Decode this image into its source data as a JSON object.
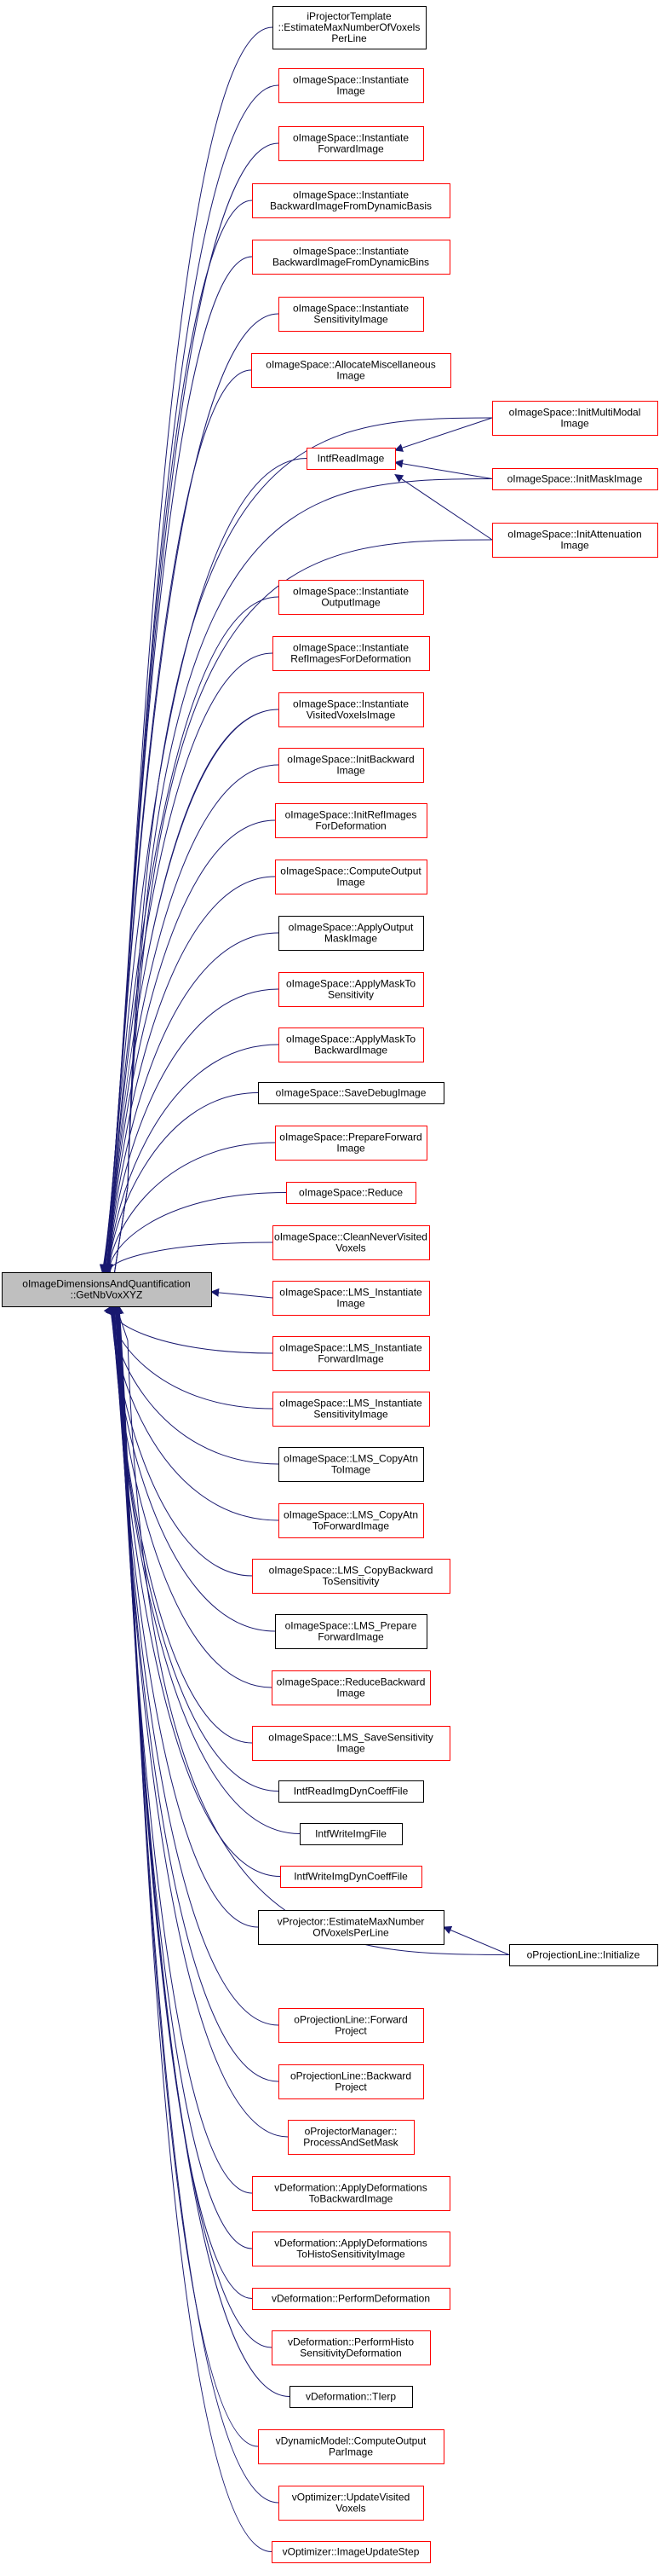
{
  "graph": {
    "colors": {
      "edge": "#191970",
      "focus_fill": "#bfbfbf",
      "node_fill": "#ffffff",
      "red_border": "#ff0000",
      "black_border": "#000000",
      "text": "#000000"
    },
    "focus": {
      "id": "focus",
      "lines": [
        "oImageDimensionsAndQuantification",
        "::GetNbVoxXYZ"
      ]
    },
    "nodes": [
      {
        "id": "n01",
        "border": "black",
        "lines": [
          "iProjectorTemplate",
          "::EstimateMaxNumberOfVoxels",
          "PerLine"
        ]
      },
      {
        "id": "n02",
        "border": "red",
        "lines": [
          "oImageSpace::Instantiate",
          "Image"
        ]
      },
      {
        "id": "n03",
        "border": "red",
        "lines": [
          "oImageSpace::Instantiate",
          "ForwardImage"
        ]
      },
      {
        "id": "n04",
        "border": "red",
        "lines": [
          "oImageSpace::Instantiate",
          "BackwardImageFromDynamicBasis"
        ]
      },
      {
        "id": "n05",
        "border": "red",
        "lines": [
          "oImageSpace::Instantiate",
          "BackwardImageFromDynamicBins"
        ]
      },
      {
        "id": "n06",
        "border": "red",
        "lines": [
          "oImageSpace::Instantiate",
          "SensitivityImage"
        ]
      },
      {
        "id": "n07",
        "border": "red",
        "lines": [
          "oImageSpace::AllocateMiscellaneous",
          "Image"
        ]
      },
      {
        "id": "n08",
        "border": "red",
        "lines": [
          "oImageSpace::InitMultiModal",
          "Image"
        ]
      },
      {
        "id": "n09",
        "border": "red",
        "lines": [
          "IntfReadImage"
        ]
      },
      {
        "id": "n10",
        "border": "red",
        "lines": [
          "oImageSpace::InitMaskImage"
        ]
      },
      {
        "id": "n11",
        "border": "red",
        "lines": [
          "oImageSpace::InitAttenuation",
          "Image"
        ]
      },
      {
        "id": "n12",
        "border": "red",
        "lines": [
          "oImageSpace::Instantiate",
          "OutputImage"
        ]
      },
      {
        "id": "n13",
        "border": "red",
        "lines": [
          "oImageSpace::Instantiate",
          "RefImagesForDeformation"
        ]
      },
      {
        "id": "n14",
        "border": "red",
        "lines": [
          "oImageSpace::Instantiate",
          "VisitedVoxelsImage"
        ]
      },
      {
        "id": "n15",
        "border": "red",
        "lines": [
          "oImageSpace::InitBackward",
          "Image"
        ]
      },
      {
        "id": "n16",
        "border": "red",
        "lines": [
          "oImageSpace::InitRefImages",
          "ForDeformation"
        ]
      },
      {
        "id": "n17",
        "border": "red",
        "lines": [
          "oImageSpace::ComputeOutput",
          "Image"
        ]
      },
      {
        "id": "n18",
        "border": "black",
        "lines": [
          "oImageSpace::ApplyOutput",
          "MaskImage"
        ]
      },
      {
        "id": "n19",
        "border": "red",
        "lines": [
          "oImageSpace::ApplyMaskTo",
          "Sensitivity"
        ]
      },
      {
        "id": "n20",
        "border": "red",
        "lines": [
          "oImageSpace::ApplyMaskTo",
          "BackwardImage"
        ]
      },
      {
        "id": "n21",
        "border": "black",
        "lines": [
          "oImageSpace::SaveDebugImage"
        ]
      },
      {
        "id": "n22",
        "border": "red",
        "lines": [
          "oImageSpace::PrepareForward",
          "Image"
        ]
      },
      {
        "id": "n23",
        "border": "red",
        "lines": [
          "oImageSpace::Reduce"
        ]
      },
      {
        "id": "n24",
        "border": "red",
        "lines": [
          "oImageSpace::CleanNeverVisited",
          "Voxels"
        ]
      },
      {
        "id": "n25",
        "border": "red",
        "lines": [
          "oImageSpace::LMS_Instantiate",
          "Image"
        ]
      },
      {
        "id": "n26",
        "border": "red",
        "lines": [
          "oImageSpace::LMS_Instantiate",
          "ForwardImage"
        ]
      },
      {
        "id": "n27",
        "border": "red",
        "lines": [
          "oImageSpace::LMS_Instantiate",
          "SensitivityImage"
        ]
      },
      {
        "id": "n28",
        "border": "black",
        "lines": [
          "oImageSpace::LMS_CopyAtn",
          "ToImage"
        ]
      },
      {
        "id": "n29",
        "border": "red",
        "lines": [
          "oImageSpace::LMS_CopyAtn",
          "ToForwardImage"
        ]
      },
      {
        "id": "n30",
        "border": "red",
        "lines": [
          "oImageSpace::LMS_CopyBackward",
          "ToSensitivity"
        ]
      },
      {
        "id": "n31",
        "border": "black",
        "lines": [
          "oImageSpace::LMS_Prepare",
          "ForwardImage"
        ]
      },
      {
        "id": "n32",
        "border": "red",
        "lines": [
          "oImageSpace::ReduceBackward",
          "Image"
        ]
      },
      {
        "id": "n33",
        "border": "red",
        "lines": [
          "oImageSpace::LMS_SaveSensitivity",
          "Image"
        ]
      },
      {
        "id": "n34",
        "border": "black",
        "lines": [
          "IntfReadImgDynCoeffFile"
        ]
      },
      {
        "id": "n35",
        "border": "black",
        "lines": [
          "IntfWriteImgFile"
        ]
      },
      {
        "id": "n36",
        "border": "red",
        "lines": [
          "IntfWriteImgDynCoeffFile"
        ]
      },
      {
        "id": "n37",
        "border": "black",
        "lines": [
          "vProjector::EstimateMaxNumber",
          "OfVoxelsPerLine"
        ]
      },
      {
        "id": "n38",
        "border": "black",
        "lines": [
          "oProjectionLine::Initialize"
        ]
      },
      {
        "id": "n39",
        "border": "red",
        "lines": [
          "oProjectionLine::Forward",
          "Project"
        ]
      },
      {
        "id": "n40",
        "border": "red",
        "lines": [
          "oProjectionLine::Backward",
          "Project"
        ]
      },
      {
        "id": "n41",
        "border": "red",
        "lines": [
          "oProjectorManager::",
          "ProcessAndSetMask"
        ]
      },
      {
        "id": "n42",
        "border": "red",
        "lines": [
          "vDeformation::ApplyDeformations",
          "ToBackwardImage"
        ]
      },
      {
        "id": "n43",
        "border": "red",
        "lines": [
          "vDeformation::ApplyDeformations",
          "ToHistoSensitivityImage"
        ]
      },
      {
        "id": "n44",
        "border": "red",
        "lines": [
          "vDeformation::PerformDeformation"
        ]
      },
      {
        "id": "n45",
        "border": "red",
        "lines": [
          "vDeformation::PerformHisto",
          "SensitivityDeformation"
        ]
      },
      {
        "id": "n46",
        "border": "black",
        "lines": [
          "vDeformation::TIerp"
        ]
      },
      {
        "id": "n47",
        "border": "red",
        "lines": [
          "vDynamicModel::ComputeOutput",
          "ParImage"
        ]
      },
      {
        "id": "n48",
        "border": "red",
        "lines": [
          "vOptimizer::UpdateVisited",
          "Voxels"
        ]
      },
      {
        "id": "n49",
        "border": "red",
        "lines": [
          "vOptimizer::ImageUpdateStep"
        ]
      }
    ],
    "edges": [
      {
        "from": "focus",
        "to": "n01"
      },
      {
        "from": "focus",
        "to": "n02"
      },
      {
        "from": "focus",
        "to": "n03"
      },
      {
        "from": "focus",
        "to": "n04"
      },
      {
        "from": "focus",
        "to": "n05"
      },
      {
        "from": "focus",
        "to": "n06"
      },
      {
        "from": "focus",
        "to": "n07"
      },
      {
        "from": "focus",
        "to": "n08"
      },
      {
        "from": "focus",
        "to": "n09"
      },
      {
        "from": "focus",
        "to": "n10"
      },
      {
        "from": "focus",
        "to": "n11"
      },
      {
        "from": "n09",
        "to": "n08"
      },
      {
        "from": "n09",
        "to": "n10"
      },
      {
        "from": "n09",
        "to": "n11"
      },
      {
        "from": "focus",
        "to": "n12"
      },
      {
        "from": "focus",
        "to": "n13"
      },
      {
        "from": "focus",
        "to": "n14"
      },
      {
        "from": "focus",
        "to": "n15"
      },
      {
        "from": "focus",
        "to": "n16"
      },
      {
        "from": "focus",
        "to": "n17"
      },
      {
        "from": "focus",
        "to": "n18"
      },
      {
        "from": "focus",
        "to": "n19"
      },
      {
        "from": "focus",
        "to": "n20"
      },
      {
        "from": "focus",
        "to": "n21"
      },
      {
        "from": "focus",
        "to": "n22"
      },
      {
        "from": "focus",
        "to": "n23"
      },
      {
        "from": "focus",
        "to": "n24"
      },
      {
        "from": "focus",
        "to": "n25"
      },
      {
        "from": "focus",
        "to": "n26"
      },
      {
        "from": "focus",
        "to": "n27"
      },
      {
        "from": "focus",
        "to": "n28"
      },
      {
        "from": "focus",
        "to": "n29"
      },
      {
        "from": "focus",
        "to": "n30"
      },
      {
        "from": "focus",
        "to": "n31"
      },
      {
        "from": "focus",
        "to": "n32"
      },
      {
        "from": "focus",
        "to": "n33"
      },
      {
        "from": "focus",
        "to": "n34"
      },
      {
        "from": "focus",
        "to": "n35"
      },
      {
        "from": "focus",
        "to": "n36"
      },
      {
        "from": "focus",
        "to": "n37"
      },
      {
        "from": "focus",
        "to": "n38"
      },
      {
        "from": "n37",
        "to": "n38"
      },
      {
        "from": "focus",
        "to": "n39"
      },
      {
        "from": "focus",
        "to": "n40"
      },
      {
        "from": "focus",
        "to": "n41"
      },
      {
        "from": "focus",
        "to": "n42"
      },
      {
        "from": "focus",
        "to": "n43"
      },
      {
        "from": "focus",
        "to": "n44"
      },
      {
        "from": "focus",
        "to": "n45"
      },
      {
        "from": "focus",
        "to": "n46"
      },
      {
        "from": "focus",
        "to": "n47"
      },
      {
        "from": "focus",
        "to": "n48"
      },
      {
        "from": "focus",
        "to": "n49"
      }
    ]
  }
}
